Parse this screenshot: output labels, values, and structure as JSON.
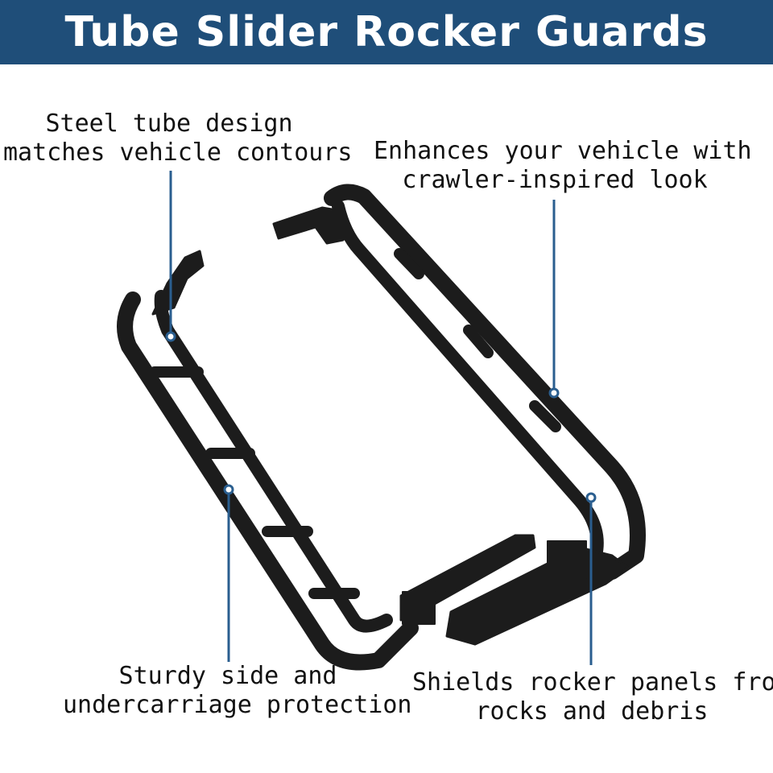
{
  "title": "Tube Slider Rocker Guards",
  "colors": {
    "banner": "#1f4e79",
    "leader": "#2a5e8f",
    "tube": "#1c1c1c"
  },
  "callouts": {
    "top_left": {
      "line1": "Steel tube design",
      "line2": "matches vehicle contours"
    },
    "top_right": {
      "line1": "Enhances your vehicle with",
      "line2": "crawler-inspired look"
    },
    "bottom_left": {
      "line1": "Sturdy side and",
      "line2": "undercarriage protection"
    },
    "bottom_right": {
      "line1": "Shields rocker panels from",
      "line2": "rocks and debris"
    }
  }
}
